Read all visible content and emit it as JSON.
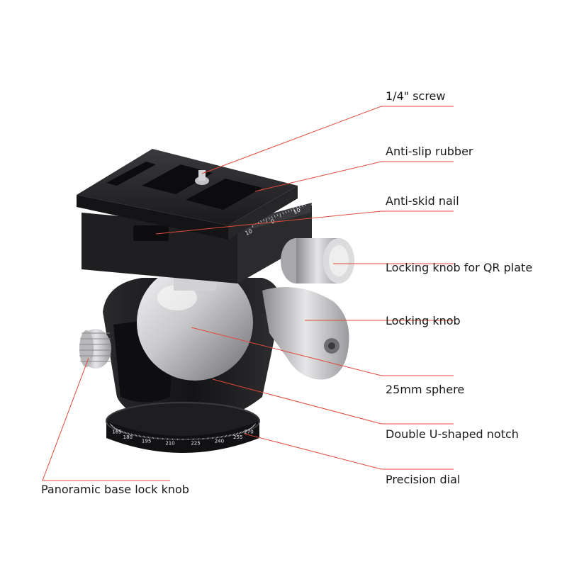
{
  "labels": {
    "screw": "1/4\" screw",
    "anti_slip_rubber": "Anti-slip rubber",
    "anti_skid_nail": "Anti-skid nail",
    "locking_knob_qr": "Locking knob for QR plate",
    "locking_knob": "Locking knob",
    "sphere": "25mm sphere",
    "u_notch": "Double U-shaped notch",
    "precision_dial": "Precision dial",
    "panoramic_knob": "Panoramic base lock knob"
  },
  "scale_marks": {
    "qr_plate": [
      "10",
      "0",
      "10"
    ],
    "dial": [
      "165",
      "180",
      "195",
      "210",
      "225",
      "240",
      "255",
      "270"
    ]
  },
  "colors": {
    "leader_line": "#e04a3a",
    "body_black": "#1c1c1e",
    "silver": "#c9c9cc"
  }
}
